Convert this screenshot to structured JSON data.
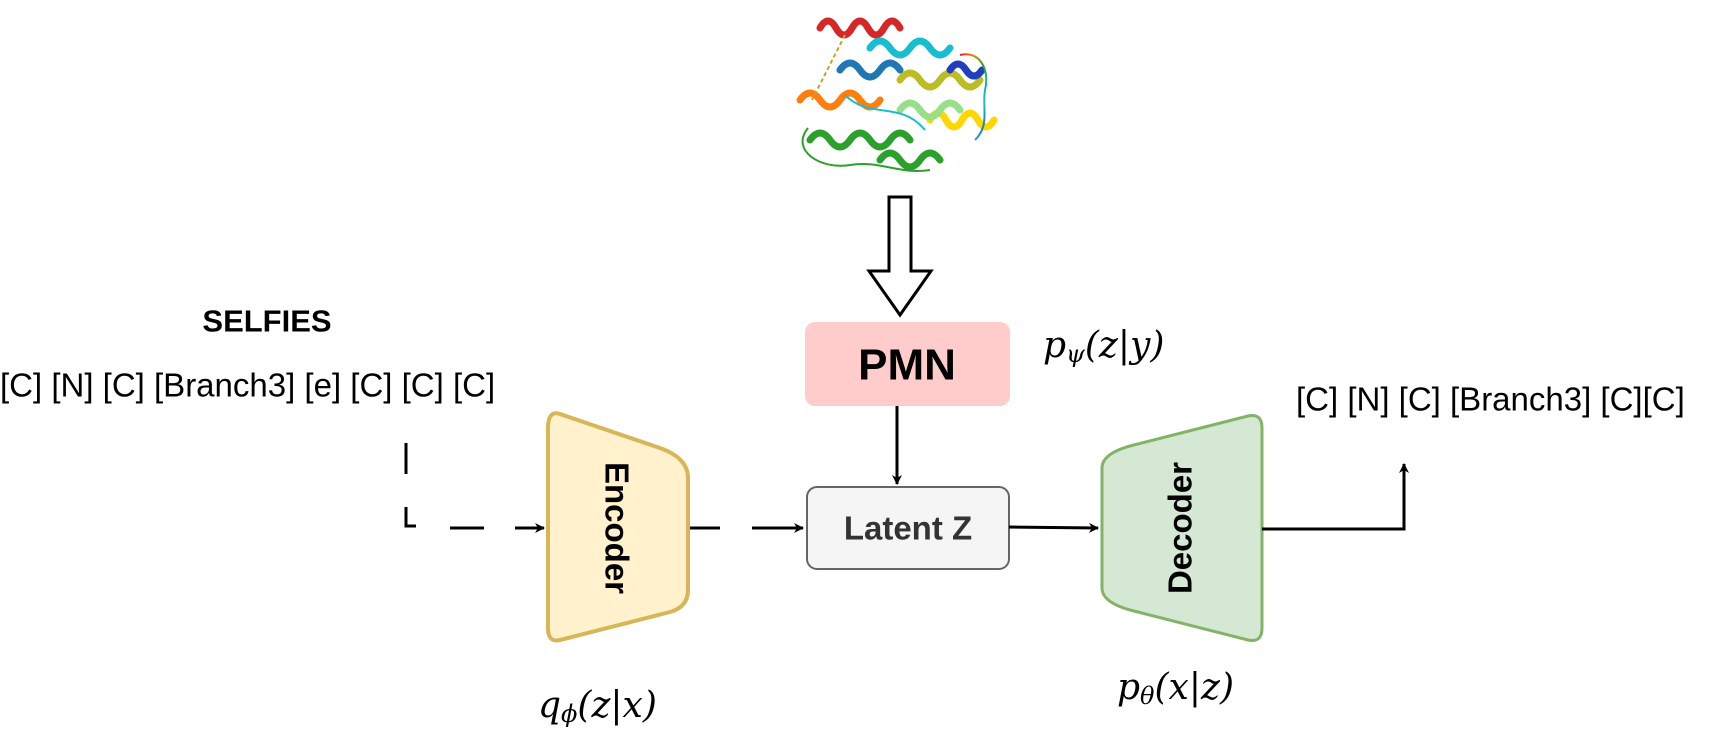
{
  "labels": {
    "input_title": "SELFIES",
    "input_sequence": "[C] [N] [C] [Branch3] [e] [C] [C] [C]",
    "output_sequence": "[C] [N] [C] [Branch3] [C][C]"
  },
  "blocks": {
    "pmn": "PMN",
    "latent": "Latent Z",
    "encoder": "Encoder",
    "decoder": "Decoder"
  },
  "equations": {
    "prior": {
      "head": "p",
      "sub": "ψ",
      "body": "(z|y)"
    },
    "encoder": {
      "head": "q",
      "sub": "ϕ",
      "body": "(z|x)"
    },
    "decoder": {
      "head": "p",
      "sub": "θ",
      "body": "(x|z)"
    }
  },
  "colors": {
    "pmn_fill": "#ffcccc",
    "latent_fill": "#f5f5f5",
    "latent_stroke": "#666666",
    "encoder_fill": "#fff2cc",
    "encoder_stroke": "#d6b656",
    "decoder_fill": "#d5e8d4",
    "decoder_stroke": "#82b366"
  },
  "image": {
    "name": "protein-structure-ribbon"
  }
}
